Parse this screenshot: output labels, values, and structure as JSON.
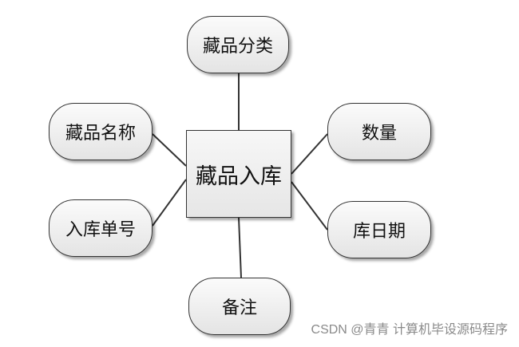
{
  "diagram": {
    "entity": "藏品入库",
    "attributes": {
      "category": "藏品分类",
      "name": "藏品名称",
      "inbound_number": "入库单号",
      "quantity": "数量",
      "date": "库日期",
      "note": "备注"
    }
  },
  "watermark": "CSDN @青青  计算机毕设源码程序",
  "colors": {
    "stroke": "#333333",
    "fill": "#eeeeee",
    "watermark": "#8a8a8a"
  }
}
